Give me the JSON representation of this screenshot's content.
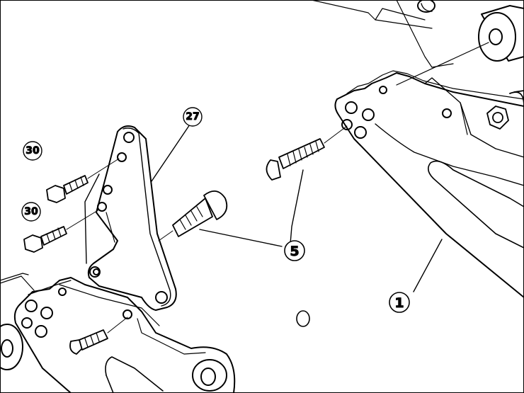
{
  "callouts": {
    "part_27": "27",
    "part_30_upper": "30",
    "part_30_lower": "30",
    "part_5": "5",
    "part_1": "1"
  },
  "colors": {
    "line": "#000000",
    "paper": "#ffffff"
  }
}
